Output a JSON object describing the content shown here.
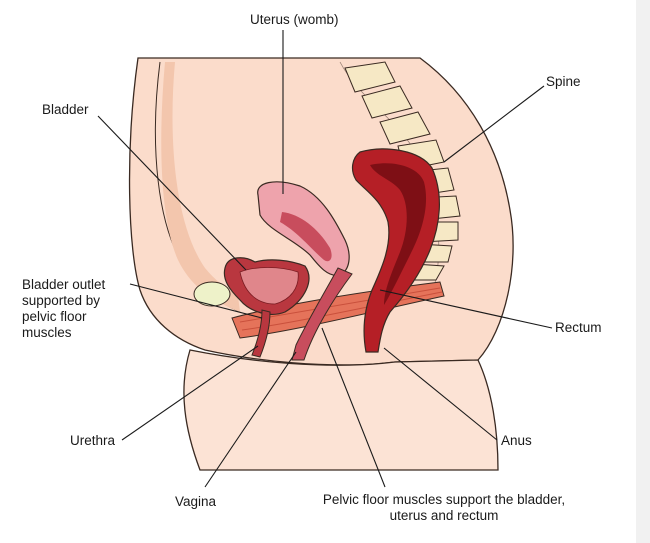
{
  "labels": {
    "uterus": "Uterus (womb)",
    "spine": "Spine",
    "bladder": "Bladder",
    "bladder_outlet": "Bladder outlet\nsupported by\npelvic floor\nmuscles",
    "rectum": "Rectum",
    "urethra": "Urethra",
    "anus": "Anus",
    "vagina": "Vagina",
    "pelvic_floor": "Pelvic floor muscles support the bladder,\nuterus and rectum"
  },
  "colors": {
    "skin": "#fbdccb",
    "skin_dark": "#f3c6ad",
    "outline": "#3a2a22",
    "bladder": "#b9373f",
    "bladder_inner": "#e0868b",
    "uterus": "#eea3ac",
    "uterus_inner": "#c84d5d",
    "rectum": "#b51f26",
    "rectum_inner": "#7e0f15",
    "muscle": "#e5735a",
    "spine_bone": "#f6e8c5",
    "pubic_bone": "#eef2c9"
  }
}
